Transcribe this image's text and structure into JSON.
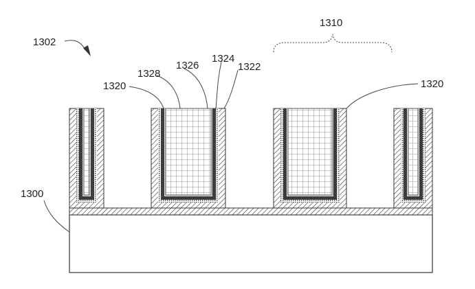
{
  "labels": {
    "l1302": "1302",
    "l1310": "1310",
    "l1320_left": "1320",
    "l1328": "1328",
    "l1326": "1326",
    "l1324": "1324",
    "l1322": "1322",
    "l1320_right": "1320",
    "l1300": "1300"
  },
  "colors": {
    "background": "#ffffff",
    "line": "#333333",
    "hatch": "#444444",
    "dark_layer": "#3c3c3c",
    "grid": "#777777"
  }
}
